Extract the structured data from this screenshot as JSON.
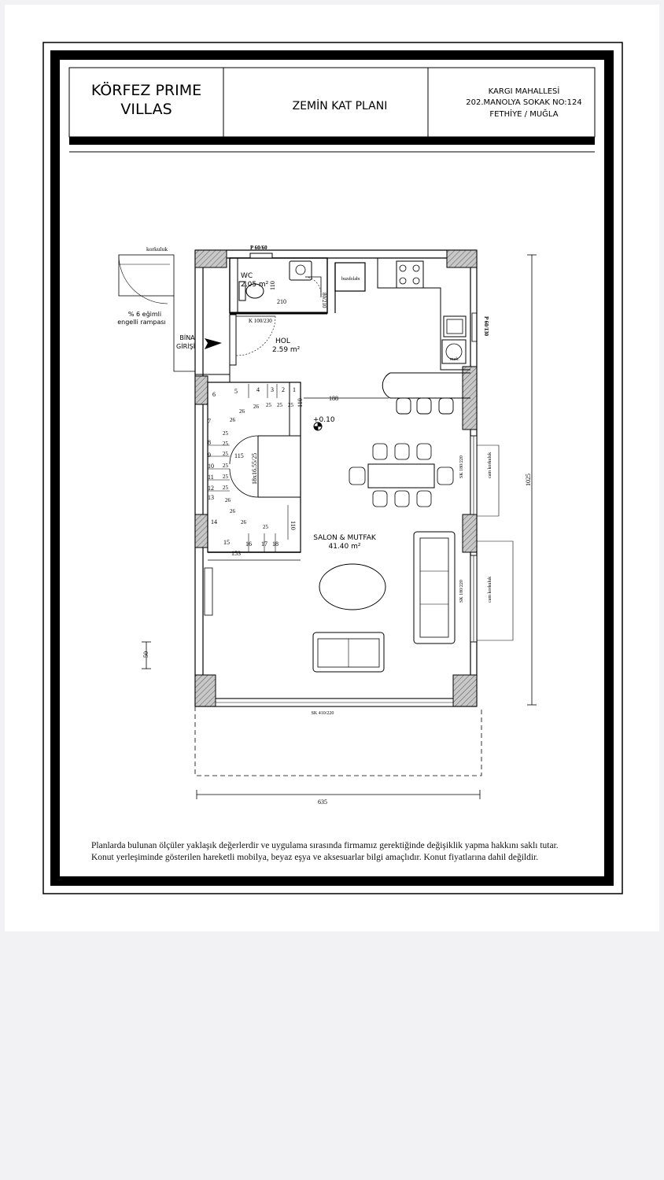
{
  "title_block": {
    "brand_line1": "KÖRFEZ PRIME",
    "brand_line2": "VILLAS",
    "sheet_title": "ZEMİN KAT PLANI",
    "address_line1": "KARGI MAHALLESİ",
    "address_line2": "202.MANOLYA SOKAK NO:124",
    "address_line3": "FETHİYE / MUĞLA"
  },
  "rooms": {
    "wc_name": "WC",
    "wc_area": "2.05 m²",
    "hol_name": "HOL",
    "hol_area": "2.59 m²",
    "salon_name": "SALON & MUTFAK",
    "salon_area": "41.40 m²"
  },
  "labels": {
    "korkuluk": "korkuluk",
    "ramp_line1": "% 6 eğimli",
    "ramp_line2": "engelli rampası",
    "entry_line1": "BİNA",
    "entry_line2": "GİRİŞİ",
    "door_wc": "P 60/60",
    "door_entry": "K 100/230",
    "door_wc_inner": "80/210",
    "wc_dim": "210",
    "wc_dim_v": "110",
    "fridge": "buzdolabı",
    "washer": "mak.",
    "window_kitchen": "P 60/130",
    "window_1": "SK 180/220",
    "window_2": "SK 180/220",
    "window_bottom": "SK 410/220",
    "railing_1": "cam korkuluk",
    "railing_2": "cam korkuluk",
    "level": "+0.10",
    "stair_dim": "18x16.55/25",
    "dim_188": "188",
    "dim_110a": "110",
    "dim_115": "115",
    "dim_110b": "110",
    "dim_153": "153",
    "dim_1025": "1025",
    "dim_635": "635",
    "dim_50": "50"
  },
  "stair_numbers": [
    "1",
    "2",
    "3",
    "4",
    "5",
    "6",
    "7",
    "8",
    "9",
    "10",
    "11",
    "12",
    "13",
    "14",
    "15",
    "16",
    "17",
    "18"
  ],
  "stair_tread_labels": [
    "25",
    "25",
    "25",
    "26",
    "26",
    "26",
    "25",
    "25",
    "25",
    "25",
    "25",
    "25",
    "26",
    "26",
    "26",
    "25"
  ],
  "notes": {
    "line1": "Planlarda bulunan ölçüler yaklaşık değerlerdir ve uygulama sırasında firmamız gerektiğinde değişiklik yapma hakkını saklı tutar.",
    "line2": "Konut yerleşiminde gösterilen hareketli mobilya, beyaz eşya ve aksesuarlar bilgi amaçlıdır. Konut fiyatlarına dahil değildir."
  }
}
